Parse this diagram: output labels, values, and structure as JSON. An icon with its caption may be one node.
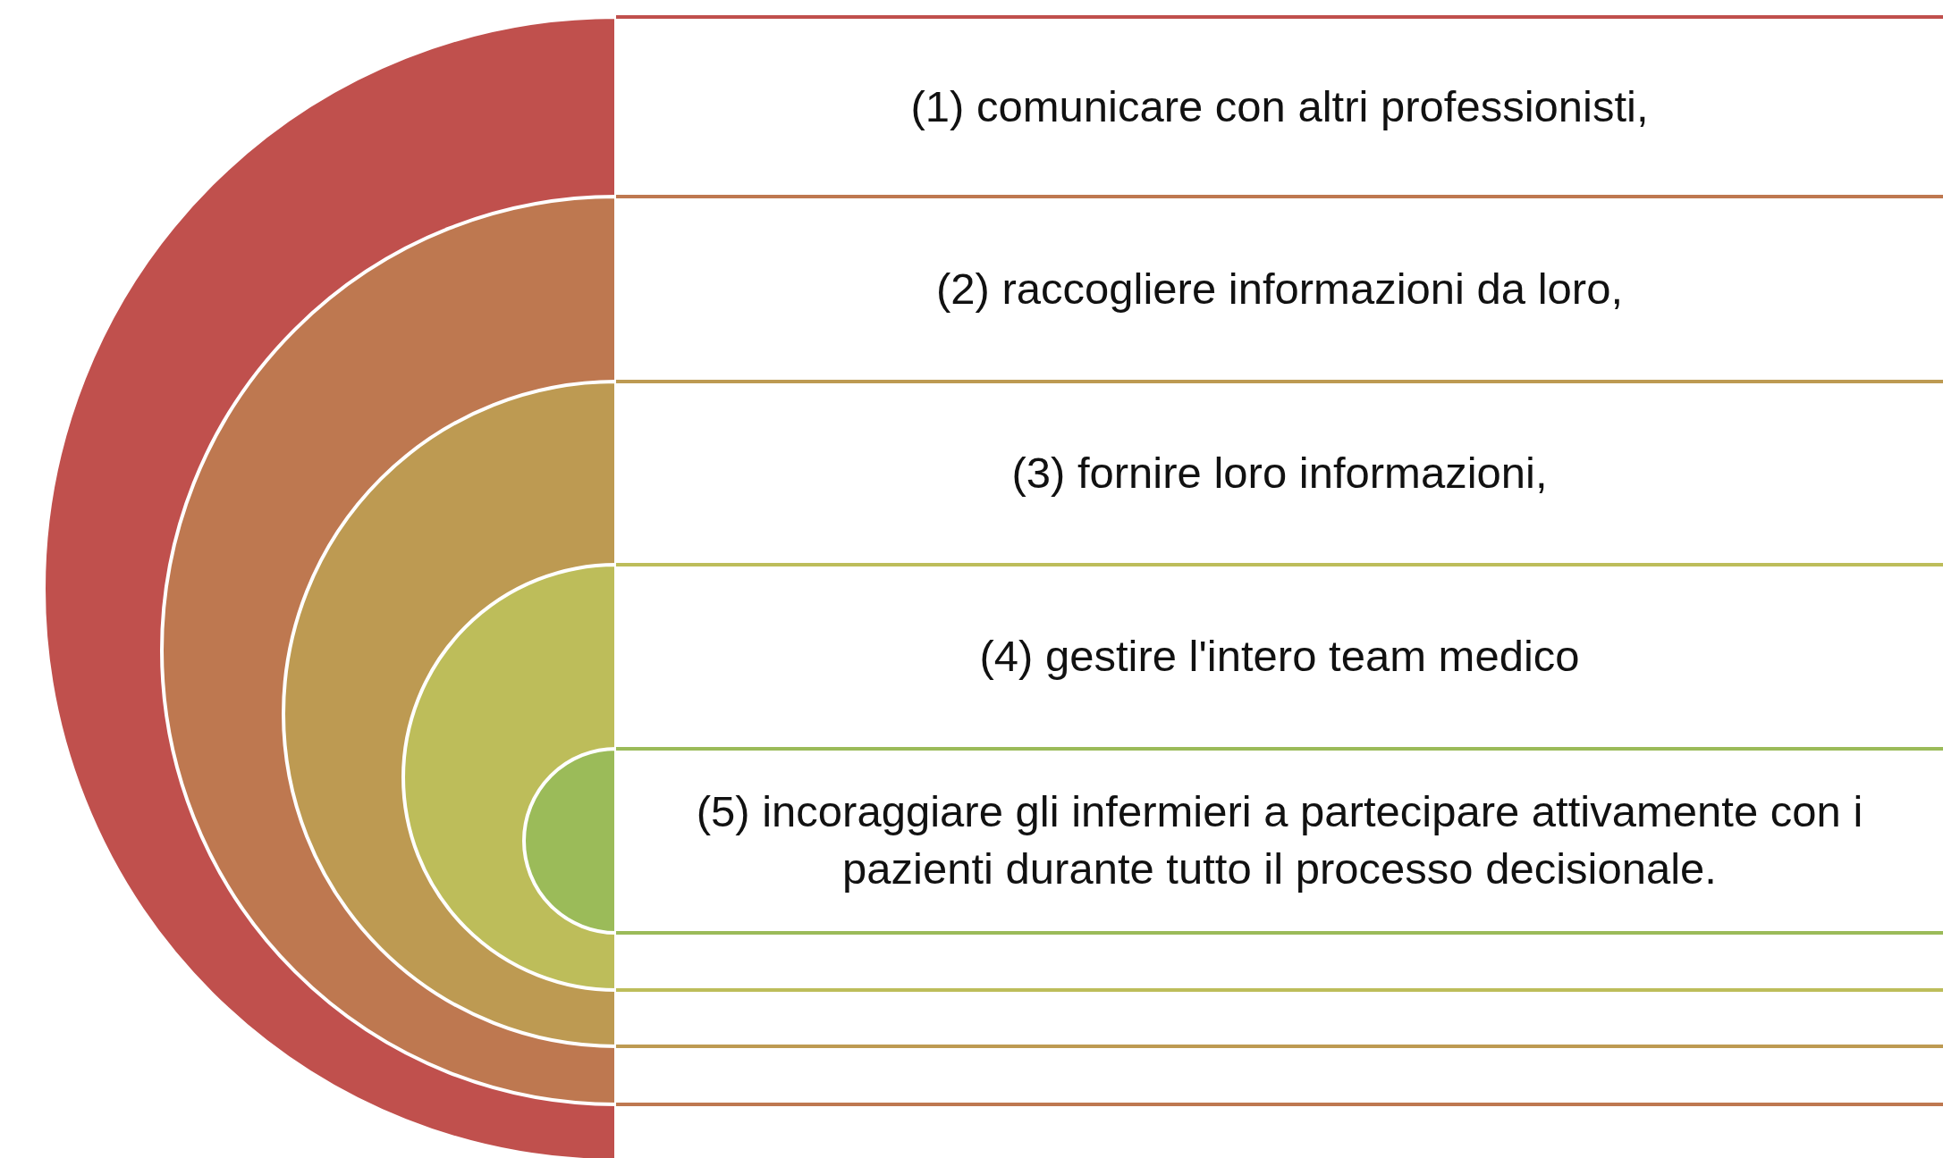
{
  "diagram": {
    "nodes": [
      {
        "text": [
          "(1) comunicare con altri professionisti,"
        ]
      },
      {
        "text": [
          "(2) raccogliere informazioni da loro,"
        ]
      },
      {
        "text": [
          "(3) fornire loro informazioni,"
        ]
      },
      {
        "text": [
          "(4) gestire l'intero team medico"
        ]
      },
      {
        "text": [
          "(5) incoraggiare gli infermieri a partecipare attivamente con i pazienti durante tutto il processo decisionale."
        ]
      }
    ]
  }
}
